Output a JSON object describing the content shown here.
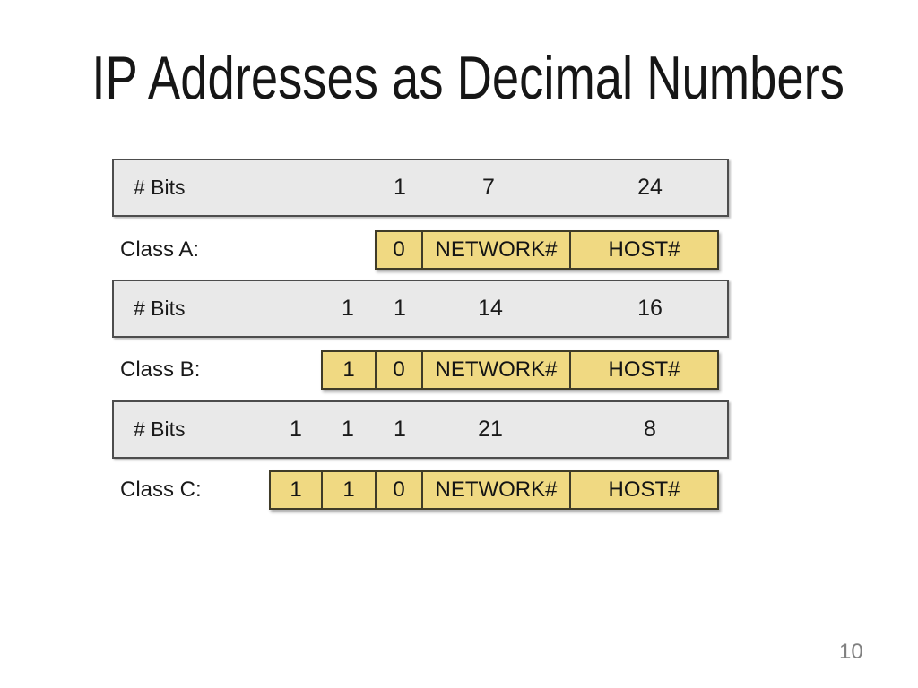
{
  "title": "IP Addresses as Decimal Numbers",
  "page_number": "10",
  "colors": {
    "bar_fill": "#E9E9E9",
    "bar_border": "#4D4D4D",
    "cell_fill": "#F0D982",
    "cell_border": "#3F3B28",
    "page_number_gray": "#808080"
  },
  "groups": [
    {
      "bits_label": "# Bits",
      "bits": [
        "1",
        "7",
        "24"
      ],
      "class_label": "Class A:",
      "cells": [
        "0",
        "NETWORK#",
        "HOST#"
      ]
    },
    {
      "bits_label": "# Bits",
      "bits": [
        "1",
        "1",
        "14",
        "16"
      ],
      "class_label": "Class B:",
      "cells": [
        "1",
        "0",
        "NETWORK#",
        "HOST#"
      ]
    },
    {
      "bits_label": "# Bits",
      "bits": [
        "1",
        "1",
        "1",
        "21",
        "8"
      ],
      "class_label": "Class C:",
      "cells": [
        "1",
        "1",
        "0",
        "NETWORK#",
        "HOST#"
      ]
    }
  ]
}
